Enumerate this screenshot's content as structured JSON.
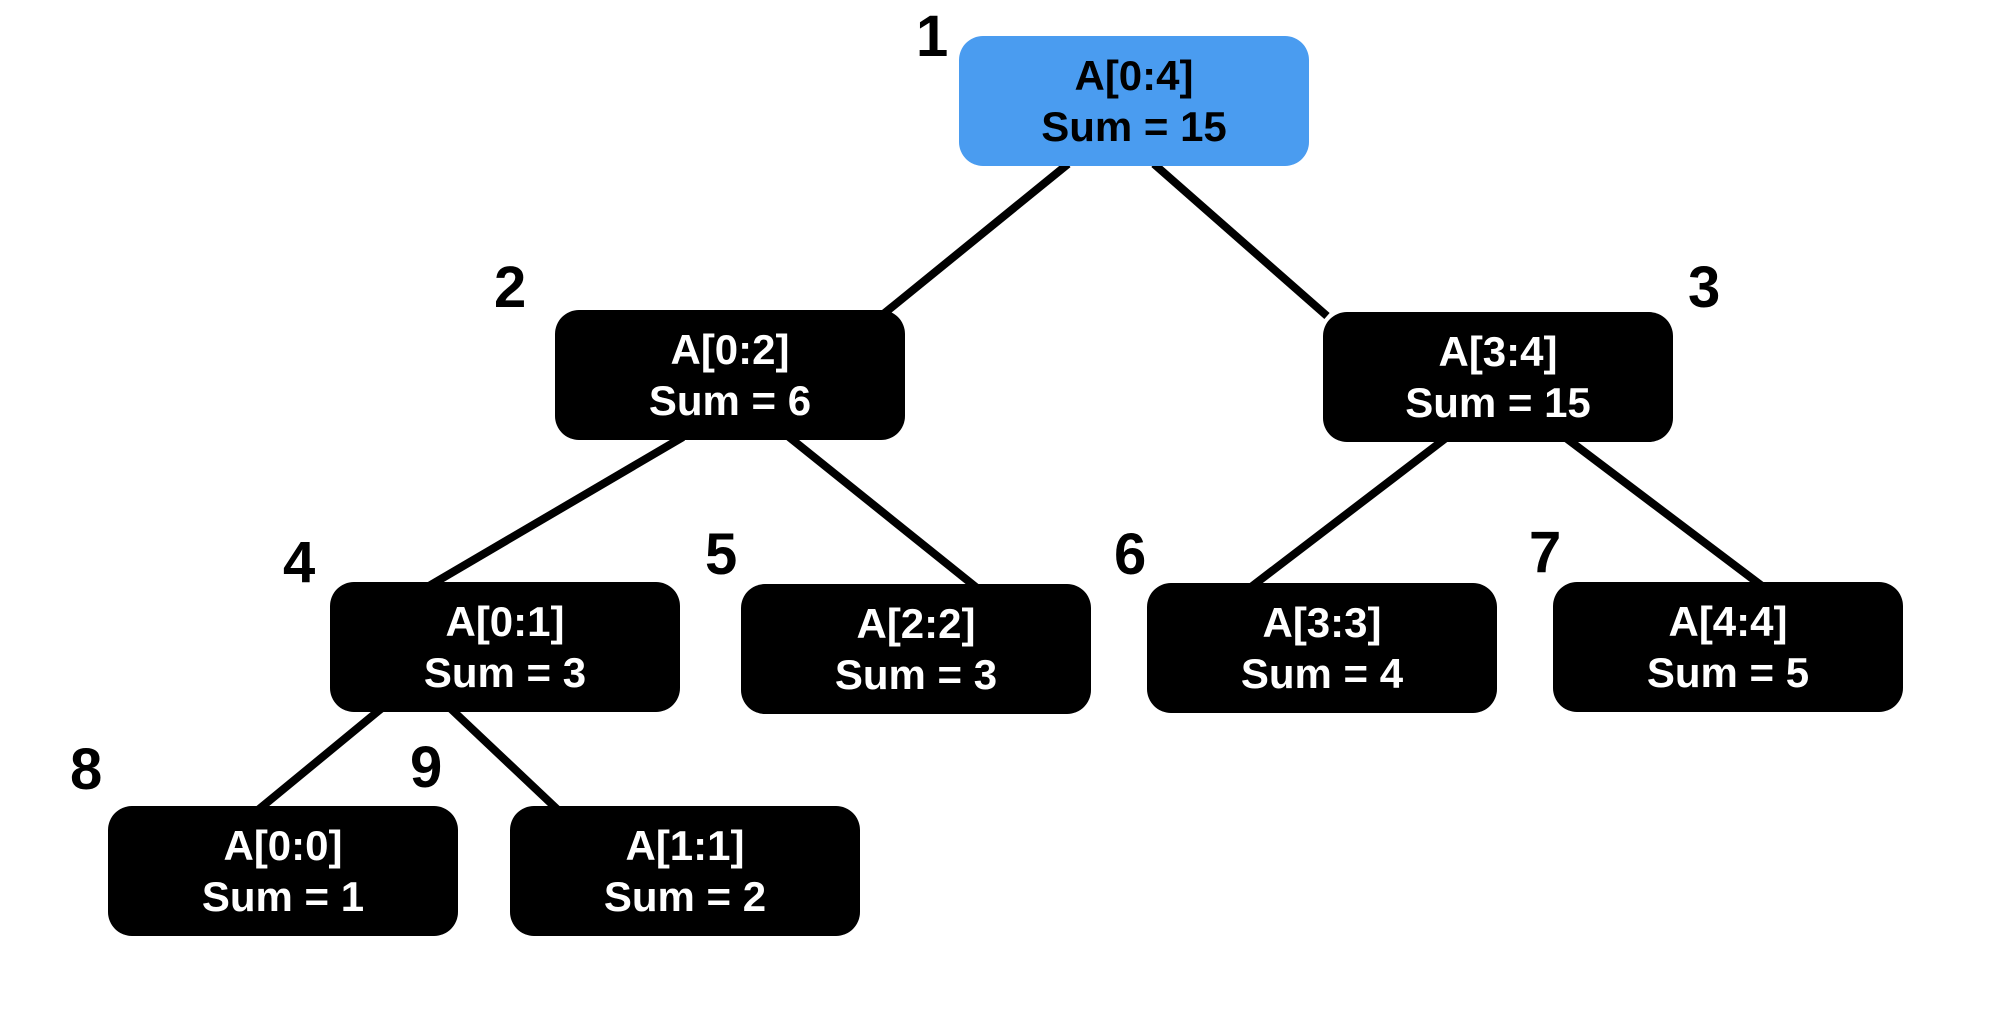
{
  "tree": {
    "nodes": [
      {
        "index": "1",
        "range": "A[0:4]",
        "sum": "Sum = 15",
        "highlighted": true
      },
      {
        "index": "2",
        "range": "A[0:2]",
        "sum": "Sum = 6",
        "highlighted": false
      },
      {
        "index": "3",
        "range": "A[3:4]",
        "sum": "Sum = 15",
        "highlighted": false
      },
      {
        "index": "4",
        "range": "A[0:1]",
        "sum": "Sum = 3",
        "highlighted": false
      },
      {
        "index": "5",
        "range": "A[2:2]",
        "sum": "Sum = 3",
        "highlighted": false
      },
      {
        "index": "6",
        "range": "A[3:3]",
        "sum": "Sum = 4",
        "highlighted": false
      },
      {
        "index": "7",
        "range": "A[4:4]",
        "sum": "Sum = 5",
        "highlighted": false
      },
      {
        "index": "8",
        "range": "A[0:0]",
        "sum": "Sum = 1",
        "highlighted": false
      },
      {
        "index": "9",
        "range": "A[1:1]",
        "sum": "Sum = 2",
        "highlighted": false
      }
    ],
    "edges": [
      {
        "from": "1",
        "to": "2"
      },
      {
        "from": "1",
        "to": "3"
      },
      {
        "from": "2",
        "to": "4"
      },
      {
        "from": "2",
        "to": "5"
      },
      {
        "from": "3",
        "to": "6"
      },
      {
        "from": "3",
        "to": "7"
      },
      {
        "from": "4",
        "to": "8"
      },
      {
        "from": "4",
        "to": "9"
      }
    ]
  },
  "colors": {
    "highlight_fill": "#4A9CF0",
    "highlight_text": "#000000",
    "node_fill": "#000000",
    "node_text": "#ffffff",
    "edge": "#000000",
    "background": "#ffffff"
  }
}
